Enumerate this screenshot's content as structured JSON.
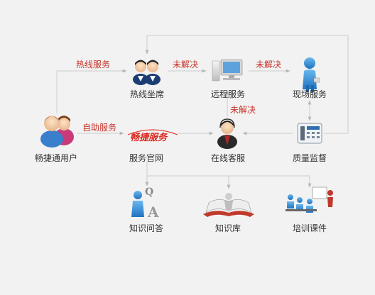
{
  "nodes": {
    "user": {
      "label": "畅捷通用户"
    },
    "hotline": {
      "label": "热线坐席"
    },
    "remote": {
      "label": "远程服务"
    },
    "onsite": {
      "label": "现场服务"
    },
    "website": {
      "label": "服务官网",
      "logo_text": "畅捷服务"
    },
    "online": {
      "label": "在线客服"
    },
    "quality": {
      "label": "质量监督"
    },
    "qa": {
      "label": "知识问答"
    },
    "kb": {
      "label": "知识库"
    },
    "training": {
      "label": "培训课件"
    }
  },
  "edges": {
    "user_hotline": "热线服务",
    "user_website": "自助服务",
    "hotline_remote": "未解决",
    "remote_onsite": "未解决",
    "online_remote": "未解决"
  },
  "colors": {
    "line": "#c8c8c8",
    "arrow": "#b9b9b9",
    "edge_label": "#c8342a",
    "node_label": "#333333"
  }
}
